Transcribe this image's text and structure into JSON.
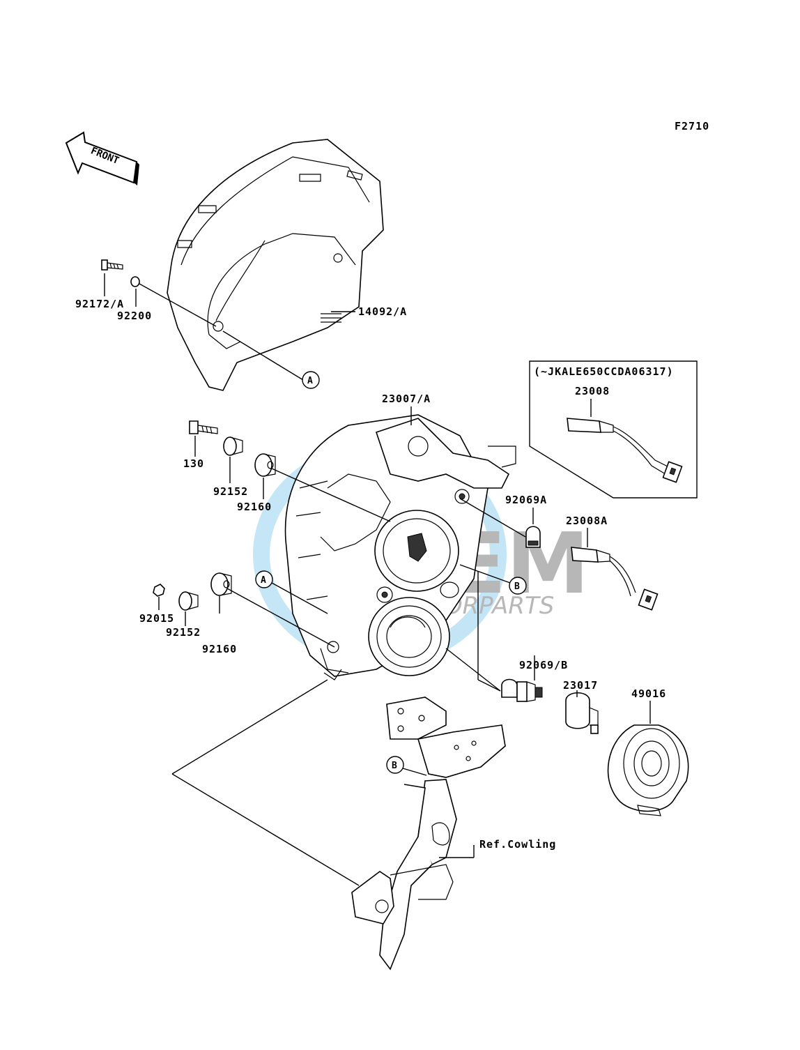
{
  "figure_code": "F2710",
  "front_arrow_label": "FRONT",
  "watermark": {
    "brand": "MEM",
    "sub": "MOTORPARTS"
  },
  "variant_note": "(~JKALE650CCDA06317)",
  "part_labels": {
    "p92172A": "92172/A",
    "p92200": "92200",
    "p14092A": "14092/A",
    "p23007A": "23007/A",
    "p23008": "23008",
    "p130": "130",
    "p92152_top": "92152",
    "p92160_top": "92160",
    "p92069A": "92069A",
    "p23008A": "23008A",
    "p92015": "92015",
    "p92152_bot": "92152",
    "p92160_bot": "92160",
    "p92069B": "92069/B",
    "p23017": "23017",
    "p49016": "49016",
    "ref_cowling": "Ref.Cowling"
  },
  "callouts": {
    "a": "A",
    "b": "B"
  }
}
